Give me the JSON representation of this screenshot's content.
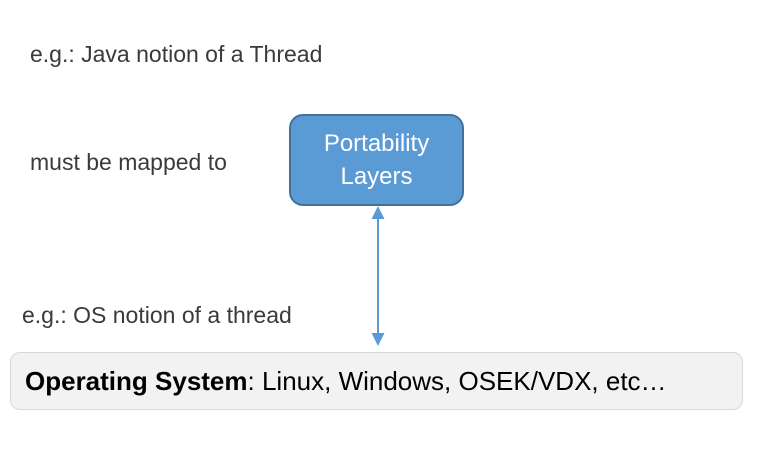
{
  "canvas": {
    "background": "#ffffff"
  },
  "labels": {
    "java_thread": "e.g.: Java notion of a Thread",
    "must_be_mapped": "must be mapped to",
    "os_thread": "e.g.: OS notion of a thread"
  },
  "portability_box": {
    "line1": "Portability",
    "line2": "Layers",
    "fill_color": "#5b9bd5",
    "border_color": "#41719c",
    "text_color": "#ffffff"
  },
  "arrow": {
    "description": "double-headed vertical arrow connecting Portability Layers box to Operating System bar",
    "color": "#5b9bd5"
  },
  "os_bar": {
    "bold_text": "Operating System",
    "rest_text": ": Linux, Windows, OSEK/VDX, etc…",
    "fill_color": "#f2f2f2",
    "border_color": "#d8d8d8",
    "text_color": "#000000"
  }
}
